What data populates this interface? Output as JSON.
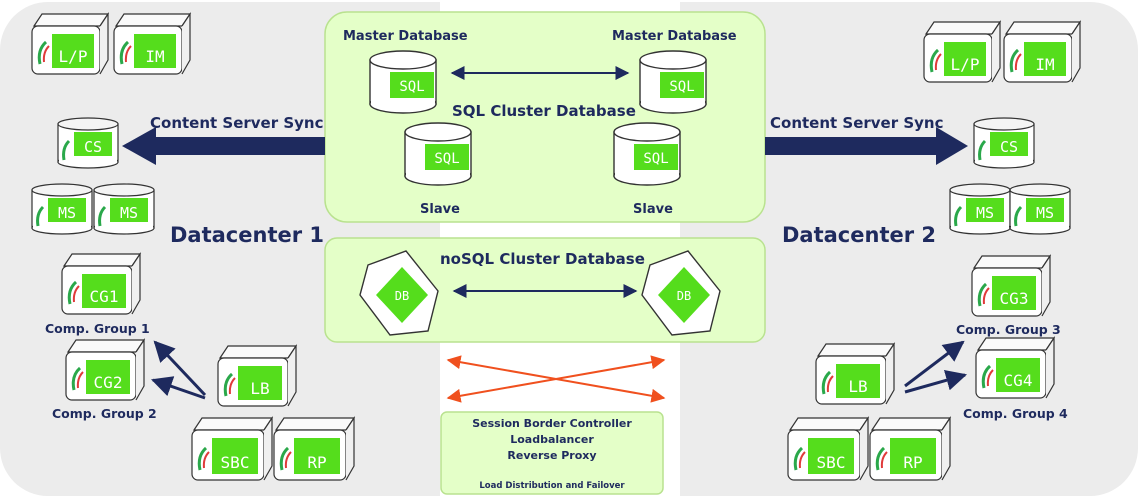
{
  "datacenter_1": {
    "title": "Datacenter 1",
    "sync_label": "Content Server Sync",
    "servers": {
      "lp": "L/P",
      "im": "IM",
      "cs": "CS",
      "ms_a": "MS",
      "ms_b": "MS",
      "cg1": "CG1",
      "cg2": "CG2",
      "lb": "LB",
      "sbc": "SBC",
      "rp": "RP"
    },
    "group_1_label": "Comp. Group 1",
    "group_2_label": "Comp. Group 2"
  },
  "datacenter_2": {
    "title": "Datacenter 2",
    "sync_label": "Content Server Sync",
    "servers": {
      "lp": "L/P",
      "im": "IM",
      "cs": "CS",
      "ms_a": "MS",
      "ms_b": "MS",
      "cg3": "CG3",
      "cg4": "CG4",
      "lb": "LB",
      "sbc": "SBC",
      "rp": "RP"
    },
    "group_3_label": "Comp. Group 3",
    "group_4_label": "Comp. Group 4"
  },
  "sql_cluster": {
    "title": "SQL Cluster Database",
    "master_left": "Master Database",
    "master_right": "Master Database",
    "slave_left": "Slave",
    "slave_right": "Slave",
    "db_label": "SQL"
  },
  "nosql_cluster": {
    "title": "noSQL Cluster Database",
    "db_label": "DB"
  },
  "edge_box": {
    "line1": "Session Border Controller",
    "line2": "Loadbalancer",
    "line3": "Reverse Proxy",
    "footer": "Load Distribution and Failover"
  },
  "colors": {
    "panel_green": "#e4ffc8",
    "panel_border": "#b9e28f",
    "label_green": "#55dd1c",
    "navy": "#1e2a5e",
    "cross_orange": "#f0501e",
    "datacenter_bg": "#ececec"
  }
}
